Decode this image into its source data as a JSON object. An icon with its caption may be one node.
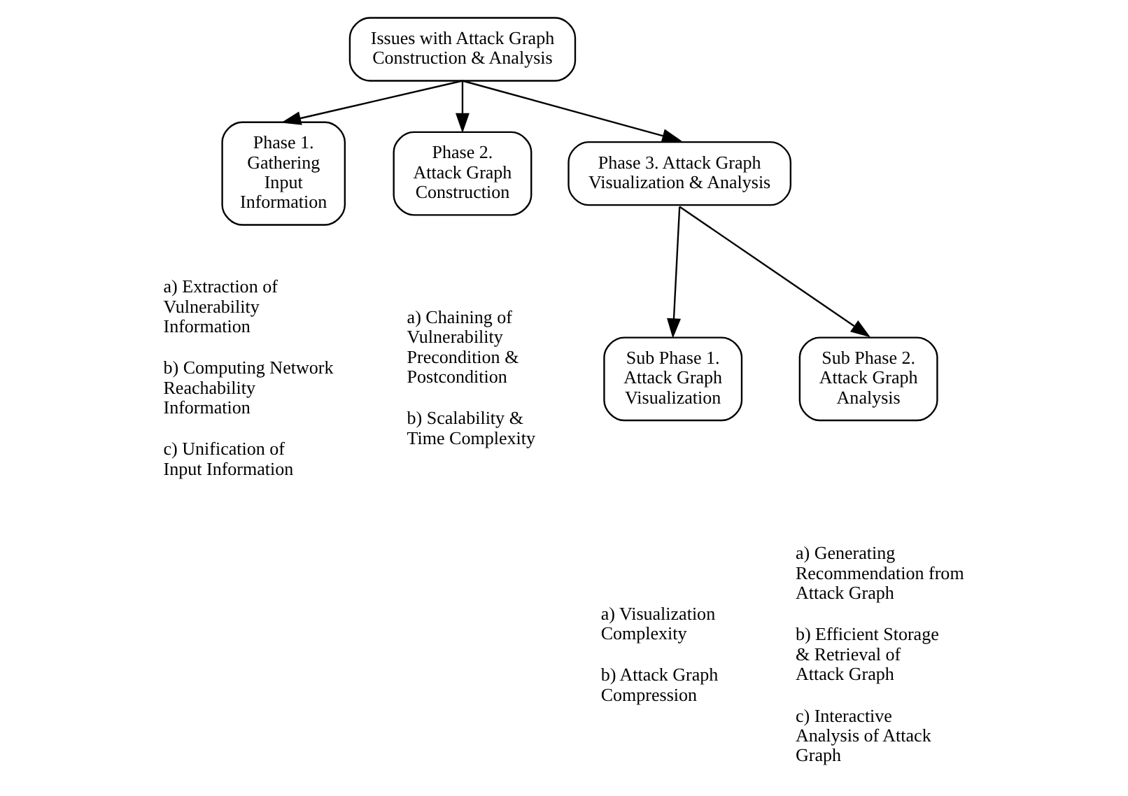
{
  "diagram": {
    "nodes": [
      {
        "text": [
          "Issues with Attack Graph Construction & Analysis"
        ]
      },
      {
        "text": [
          "Phase 1. Gathering Input Information"
        ],
        "beside": [
          "a) Extraction of Vulnerability Information",
          "b) Computing Network Reachability Information",
          "c) Unification of Input Information"
        ]
      },
      {
        "text": [
          "Phase 2. Attack Graph Construction"
        ],
        "beside": [
          "a) Chaining of Vulnerability Precondition & Postcondition",
          "b) Scalability & Time Complexity"
        ]
      },
      {
        "text": [
          "Phase 3. Attack Graph Visualization & Analysis"
        ]
      },
      {
        "text": [
          "Sub Phase 1. Attack Graph Visualization"
        ],
        "beside": [
          "a) Visualization Complexity",
          "b) Attack Graph Compression"
        ]
      },
      {
        "text": [
          "Sub Phase 2. Attack Graph Analysis"
        ],
        "beside": [
          "a) Generating Recommendation from Attack Graph",
          "b) Efficient Storage & Retrieval of Attack Graph",
          "c) Interactive Analysis of Attack Graph"
        ]
      }
    ],
    "edges": [
      {
        "from": 0,
        "to": 1,
        "arrow": "to"
      },
      {
        "from": 0,
        "to": 2,
        "arrow": "to"
      },
      {
        "from": 0,
        "to": 3,
        "arrow": "to"
      },
      {
        "from": 3,
        "to": 4,
        "arrow": "to"
      },
      {
        "from": 3,
        "to": 5,
        "arrow": "to"
      }
    ]
  }
}
